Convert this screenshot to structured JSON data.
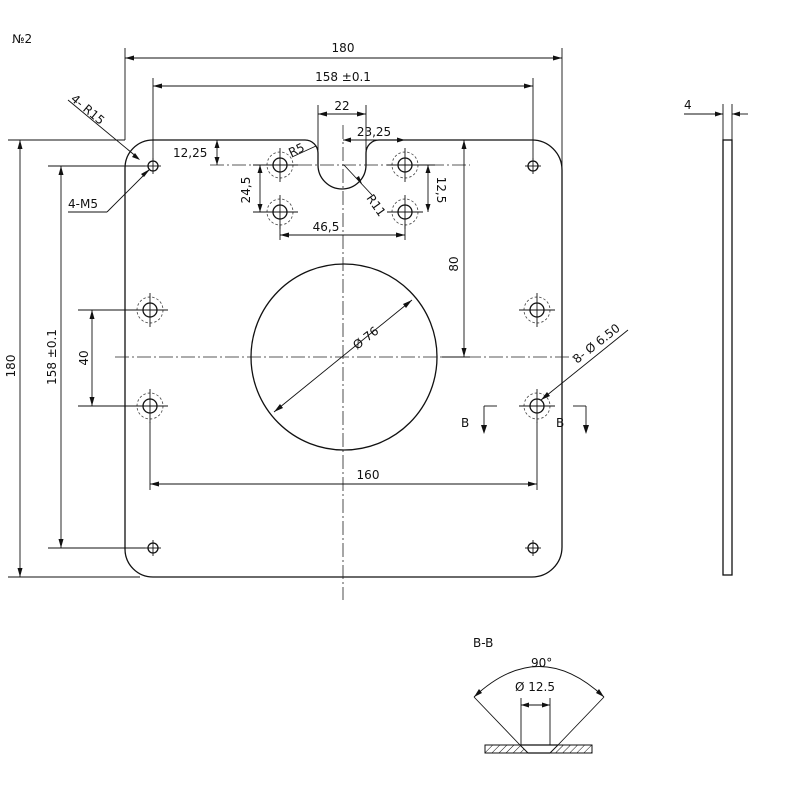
{
  "drawing": {
    "sheet_label": "№2",
    "dims": {
      "overall_width": "180",
      "hole_spacing_x": "158 ±0.1",
      "slot_width": "22",
      "corner_radius": "4- R15",
      "thread": "4-M5",
      "top_offset": "12,25",
      "fillet_r5": "R5",
      "slot_offset": "23,25",
      "fillet_r11": "R11",
      "vertical_pitch": "24,5",
      "vertical_pitch_right": "12,5",
      "horizontal_pitch": "46,5",
      "center_height": "80",
      "overall_height": "180",
      "hole_spacing_y": "158 ±0.1",
      "side_pitch": "40",
      "center_bore": "Ø 76",
      "countersink_count": "8- Ø 6.50",
      "bottom_pitch": "160",
      "thickness": "4"
    },
    "section": {
      "marker": "B",
      "title": "B-B",
      "angle": "90°",
      "diameter": "Ø 12.5"
    }
  }
}
